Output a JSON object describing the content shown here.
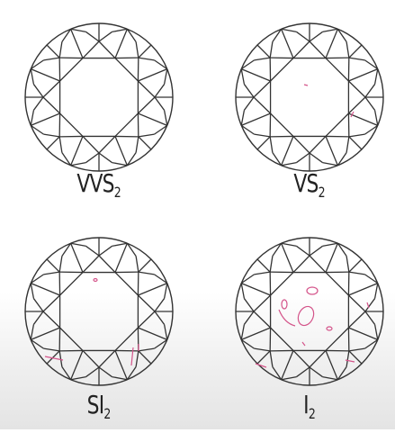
{
  "grades": [
    {
      "id": "vvs2",
      "base": "VVS",
      "sub": "2",
      "inclusion_color": "#d4548a"
    },
    {
      "id": "vs2",
      "base": "VS",
      "sub": "2",
      "inclusion_color": "#d4548a"
    },
    {
      "id": "si2",
      "base": "SI",
      "sub": "2",
      "inclusion_color": "#d4548a"
    },
    {
      "id": "i2",
      "base": "I",
      "sub": "2",
      "inclusion_color": "#d4548a"
    }
  ],
  "colors": {
    "outline": "#333333",
    "label": "#222222"
  }
}
